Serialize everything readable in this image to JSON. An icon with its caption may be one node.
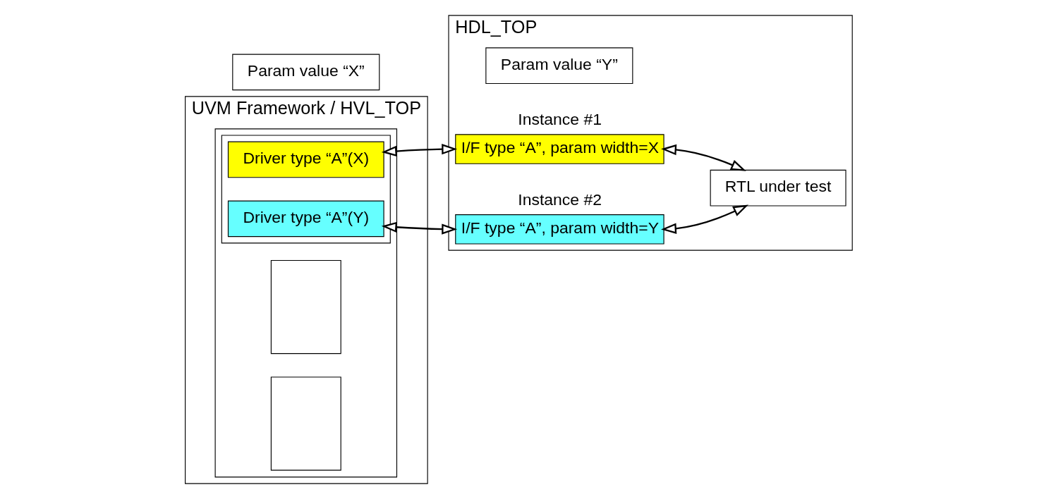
{
  "diagram": {
    "nodes": [
      {
        "text": [
          "UVM Framework / HVL_TOP"
        ]
      },
      {
        "text": [],
        "shape": "box",
        "in": 0
      },
      {
        "text": [],
        "shape": "box",
        "in": 1
      },
      {
        "text": [],
        "shape": "box",
        "in": 1
      },
      {
        "text": [],
        "shape": "box",
        "in": 1
      },
      {
        "text": [
          "Driver type “A”(X)"
        ],
        "in": 4
      },
      {
        "text": [
          "Driver type “A”(Y)"
        ],
        "in": 4
      },
      {
        "text": [
          "HDL_TOP"
        ]
      },
      {
        "text": [
          "Param value “X”"
        ]
      },
      {
        "text": [
          "Param value “Y”"
        ],
        "in": 7
      },
      {
        "text": [
          "I/F type “A”, param width=X"
        ],
        "beside": [
          "Instance #1"
        ],
        "in": 7
      },
      {
        "text": [
          "I/F type “A”, param width=Y"
        ],
        "beside": [
          "Instance #2"
        ],
        "in": 7
      },
      {
        "text": [
          "RTL under test"
        ],
        "in": 7
      }
    ],
    "edges": [
      {
        "from": 5,
        "to": 10,
        "arrow": "both"
      },
      {
        "from": 6,
        "to": 11,
        "arrow": "both"
      },
      {
        "from": 10,
        "to": 12,
        "arrow": "both"
      },
      {
        "from": 11,
        "to": 12,
        "arrow": "both"
      }
    ]
  }
}
